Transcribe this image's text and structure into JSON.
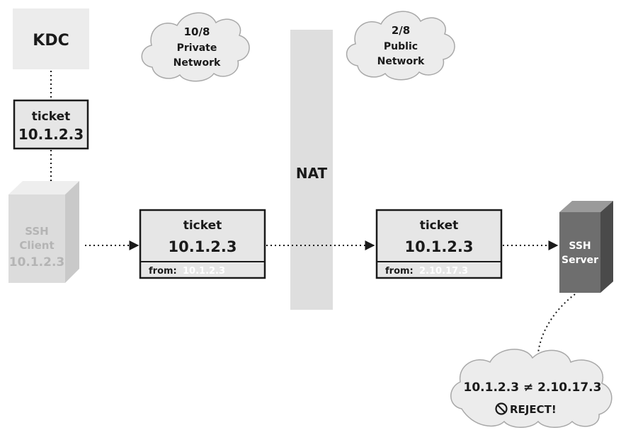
{
  "kdc": {
    "label": "KDC"
  },
  "private_cloud": {
    "line1": "10/8",
    "line2": "Private",
    "line3": "Network"
  },
  "public_cloud": {
    "line1": "2/8",
    "line2": "Public",
    "line3": "Network"
  },
  "nat": {
    "label": "NAT"
  },
  "kdc_ticket": {
    "line1": "ticket",
    "line2": "10.1.2.3"
  },
  "ssh_client": {
    "line1": "SSH",
    "line2": "Client",
    "line3": "10.1.2.3"
  },
  "packet_private": {
    "title": "ticket",
    "addr": "10.1.2.3",
    "from_label": "from:",
    "from_value": "10.1.2.3"
  },
  "packet_public": {
    "title": "ticket",
    "addr": "10.1.2.3",
    "from_label": "from:",
    "from_value": "2.10.17.3"
  },
  "ssh_server": {
    "line1": "SSH",
    "line2": "Server"
  },
  "reject_cloud": {
    "comparison": "10.1.2.3 ≠ 2.10.17.3",
    "reject_label": "REJECT!"
  },
  "colors": {
    "box_fill": "#e6e6e6",
    "cube_light": "#dcdcdc",
    "cube_dark": "#6e6e6e",
    "client_text": "#b4b4b4",
    "cloud_fill": "#ededed",
    "nat_fill": "#dedede",
    "line": "#1a1a1a"
  }
}
